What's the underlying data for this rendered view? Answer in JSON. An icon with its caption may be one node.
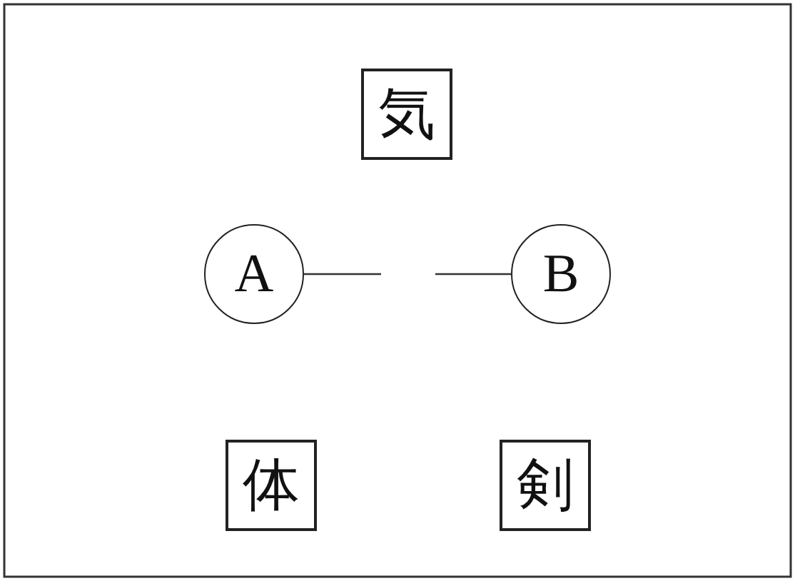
{
  "diagram": {
    "nodes": [
      {
        "text": [
          "気"
        ]
      },
      {
        "text": [
          "A"
        ]
      },
      {
        "text": [
          "B"
        ]
      },
      {
        "text": [
          "体"
        ]
      },
      {
        "text": [
          "剣"
        ]
      }
    ],
    "edges": [
      {
        "from": 1,
        "to": null,
        "arrow": "none"
      },
      {
        "from": 2,
        "to": null,
        "arrow": "none"
      }
    ]
  }
}
